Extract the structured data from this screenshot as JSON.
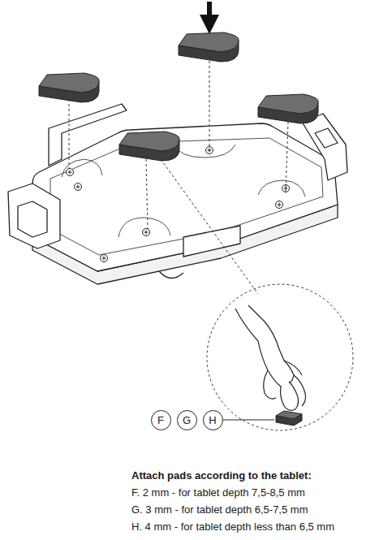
{
  "diagram": {
    "title": "Attach pads according to the tablet:",
    "nodes": [
      {
        "text": [
          "F"
        ]
      },
      {
        "text": [
          "G"
        ]
      },
      {
        "text": [
          "H"
        ]
      }
    ],
    "labels": [
      "F. 2 mm - for tablet depth 7,5-8,5 mm",
      "G. 3 mm - for tablet depth 6,5-7,5 mm",
      "H. 4 mm - for tablet depth less than 6,5 mm"
    ]
  }
}
